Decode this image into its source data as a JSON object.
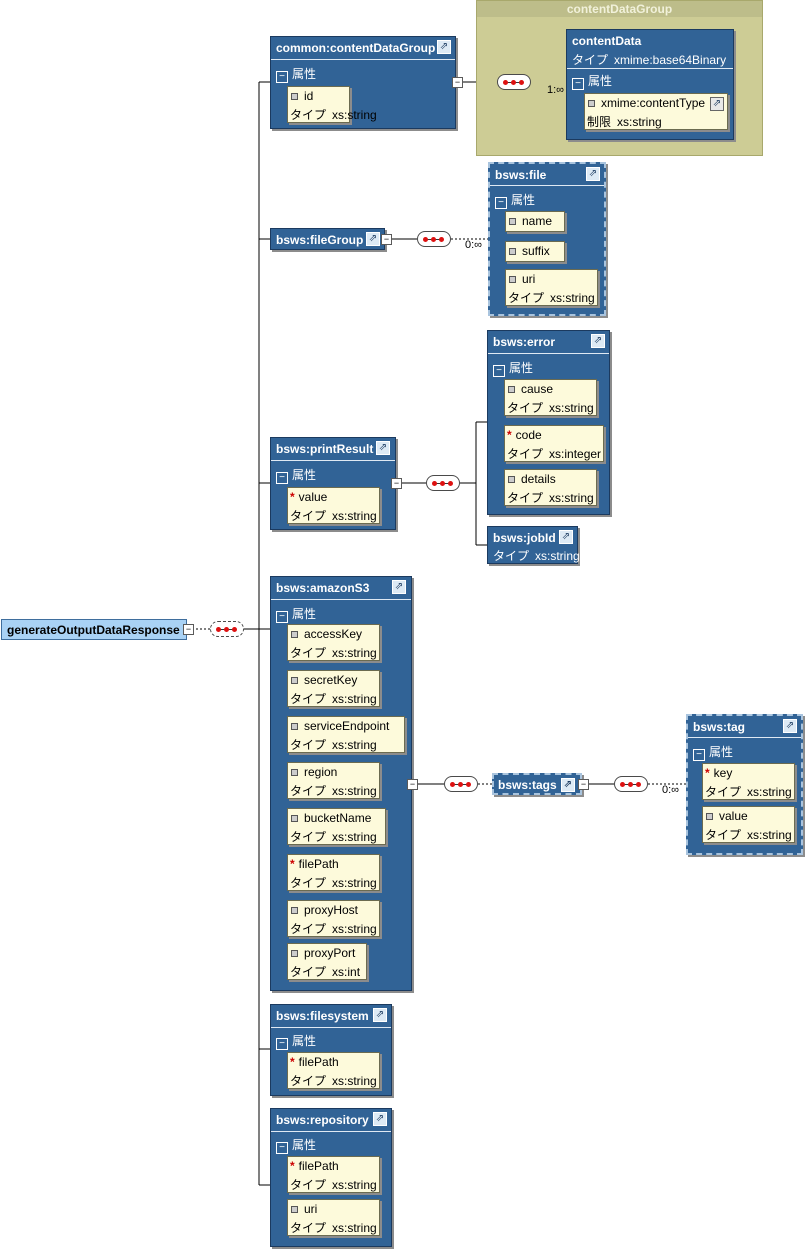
{
  "root": {
    "label": "generateOutputDataResponse"
  },
  "labels": {
    "attributes": "属性",
    "type": "タイプ",
    "restriction": "制限"
  },
  "group_box": {
    "title": "contentDataGroup",
    "element": {
      "name": "contentData",
      "type": "xmime:base64Binary",
      "attr": {
        "name": "xmime:contentType",
        "restriction": "xs:string"
      },
      "occurrence": "1:∞"
    }
  },
  "nodes": {
    "common_content": {
      "title": "common:contentDataGroup",
      "attrs": [
        {
          "name": "id",
          "type": "xs:string",
          "required": false
        }
      ]
    },
    "file_group": {
      "title": "bsws:fileGroup",
      "occurrence": "0:∞"
    },
    "file": {
      "title": "bsws:file",
      "attrs": [
        {
          "name": "name",
          "type": "",
          "required": false
        },
        {
          "name": "suffix",
          "type": "",
          "required": false
        },
        {
          "name": "uri",
          "type": "xs:string",
          "required": false
        }
      ]
    },
    "print_result": {
      "title": "bsws:printResult",
      "attrs": [
        {
          "name": "value",
          "type": "xs:string",
          "required": true
        }
      ]
    },
    "error": {
      "title": "bsws:error",
      "attrs": [
        {
          "name": "cause",
          "type": "xs:string",
          "required": false
        },
        {
          "name": "code",
          "type": "xs:integer",
          "required": true
        },
        {
          "name": "details",
          "type": "xs:string",
          "required": false
        }
      ]
    },
    "job_id": {
      "title": "bsws:jobId",
      "type": "xs:string"
    },
    "amazon_s3": {
      "title": "bsws:amazonS3",
      "attrs": [
        {
          "name": "accessKey",
          "type": "xs:string",
          "required": false
        },
        {
          "name": "secretKey",
          "type": "xs:string",
          "required": false
        },
        {
          "name": "serviceEndpoint",
          "type": "xs:string",
          "required": false
        },
        {
          "name": "region",
          "type": "xs:string",
          "required": false
        },
        {
          "name": "bucketName",
          "type": "xs:string",
          "required": false
        },
        {
          "name": "filePath",
          "type": "xs:string",
          "required": true
        },
        {
          "name": "proxyHost",
          "type": "xs:string",
          "required": false
        },
        {
          "name": "proxyPort",
          "type": "xs:int",
          "required": false
        }
      ]
    },
    "tags": {
      "title": "bsws:tags",
      "occurrence": "0:∞"
    },
    "tag": {
      "title": "bsws:tag",
      "attrs": [
        {
          "name": "key",
          "type": "xs:string",
          "required": true
        },
        {
          "name": "value",
          "type": "xs:string",
          "required": false
        }
      ]
    },
    "filesystem": {
      "title": "bsws:filesystem",
      "attrs": [
        {
          "name": "filePath",
          "type": "xs:string",
          "required": true
        }
      ]
    },
    "repository": {
      "title": "bsws:repository",
      "attrs": [
        {
          "name": "filePath",
          "type": "xs:string",
          "required": true
        },
        {
          "name": "uri",
          "type": "xs:string",
          "required": false
        }
      ]
    }
  },
  "colors": {
    "element_fill": "#316396",
    "attribute_fill": "#fdfadb",
    "group_fill": "#cdcc95",
    "root_fill": "#a9d2f5",
    "sequence_dot": "#dd1111"
  }
}
